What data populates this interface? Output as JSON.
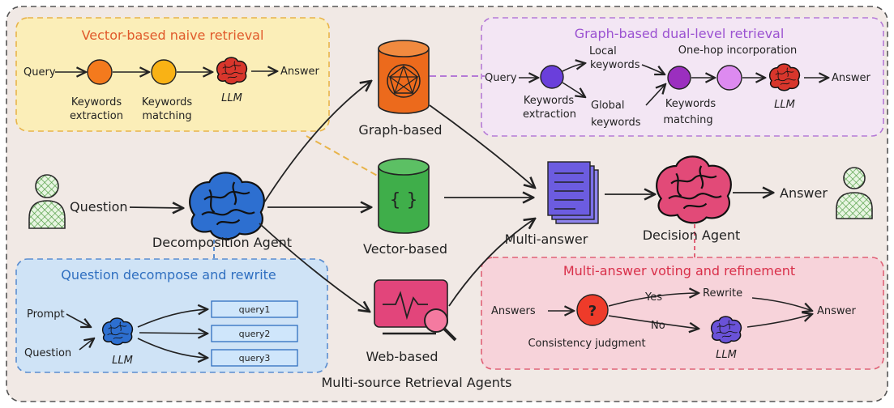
{
  "colors": {
    "outer_bg": "#f1e9e5",
    "yellow_panel": "#fbeeb8",
    "yellow_border": "#e8b44a",
    "yellow_title": "#e0592a",
    "purple_panel": "#f3e6f4",
    "purple_border": "#b57ad6",
    "purple_title": "#9b52d1",
    "blue_panel": "#cfe3f6",
    "blue_border": "#5b8ed0",
    "blue_title": "#2f6fc0",
    "pink_panel": "#f7d3da",
    "pink_border": "#e06277",
    "pink_title": "#d9304a",
    "graph_db": "#ec6a1c",
    "vector_db": "#3fae4a",
    "web": "#e2457b",
    "docs": "#6c5ce0",
    "brain_blue": "#2d6fd0",
    "brain_red": "#d8362c",
    "brain_pink": "#e24a78",
    "brain_purple": "#6a52d8",
    "person": "#6fbf5f"
  },
  "main": {
    "question": "Question",
    "decomposition_agent": "Decomposition Agent",
    "graph_based": "Graph-based",
    "vector_based": "Vector-based",
    "web_based": "Web-based",
    "multi_answer": "Multi-answer",
    "decision_agent": "Decision Agent",
    "answer": "Answer",
    "bottom_label": "Multi-source Retrieval Agents",
    "vector_braces": "{ }"
  },
  "vector_panel": {
    "title": "Vector-based naive retrieval",
    "query": "Query",
    "node1_label_1": "Keywords",
    "node1_label_2": "extraction",
    "node2_label_1": "Keywords",
    "node2_label_2": "matching",
    "llm": "LLM",
    "answer": "Answer"
  },
  "graph_panel": {
    "title": "Graph-based dual-level retrieval",
    "query": "Query",
    "extraction_1": "Keywords",
    "extraction_2": "extraction",
    "local_1": "Local",
    "local_2": "keywords",
    "global_1": "Global",
    "global_2": "keywords",
    "matching_1": "Keywords",
    "matching_2": "matching",
    "onehop": "One-hop incorporation",
    "llm": "LLM",
    "answer": "Answer"
  },
  "decompose_panel": {
    "title": "Question decompose and rewrite",
    "prompt": "Prompt",
    "question": "Question",
    "llm": "LLM",
    "queries": [
      "query1",
      "query2",
      "query3"
    ]
  },
  "voting_panel": {
    "title": "Multi-answer voting and refinement",
    "answers": "Answers",
    "judge_symbol": "?",
    "consistency": "Consistency judgment",
    "yes": "Yes",
    "no": "No",
    "rewrite": "Rewrite",
    "llm": "LLM",
    "answer": "Answer"
  }
}
